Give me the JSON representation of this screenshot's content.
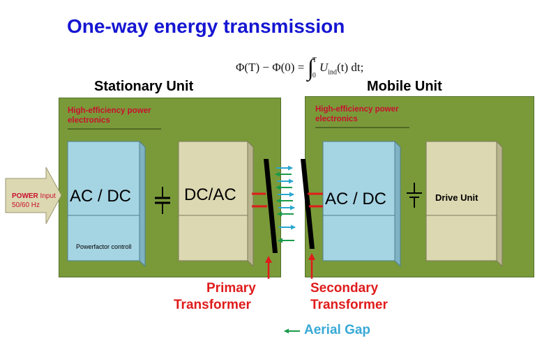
{
  "title": "One-way energy transmission",
  "formula": {
    "lhs": "Φ(T) − Φ(0) = ",
    "integral_upper": "T",
    "integral_lower": "0",
    "integrand": "U",
    "integrand_sub": "ind",
    "integrand_tail": "(t) dt;"
  },
  "stationary": {
    "heading": "Stationary Unit",
    "electronics_line1": "High-efficiency power",
    "electronics_line2": "electronics",
    "acdc_label": "AC / DC",
    "powerfactor_label": "Powerfactor controll",
    "dcac_label": "DC/AC"
  },
  "mobile": {
    "heading": "Mobile Unit",
    "electronics_line1": "High-efficiency power",
    "electronics_line2": "electronics",
    "acdc_label": "AC / DC",
    "drive_label": "Drive Unit"
  },
  "power_input": {
    "bold": "POWER",
    "rest": " Input",
    "line2": "50/60 Hz"
  },
  "labels": {
    "primary_line1": "Primary",
    "primary_line2": "Transformer",
    "secondary_line1": "Secondary",
    "secondary_line2": "Transformer",
    "aerial_gap": "Aerial Gap"
  },
  "colors": {
    "panel": "#7a9a3a",
    "acdc_box": "#a5d4e3",
    "dcac_box": "#dcd8b2",
    "red": "#e01b1b",
    "blue_title": "#1515d2",
    "gap_blue": "#38a9d6",
    "arrow_green": "#1a9a4a",
    "arrow_cyan": "#2aa7cf"
  }
}
